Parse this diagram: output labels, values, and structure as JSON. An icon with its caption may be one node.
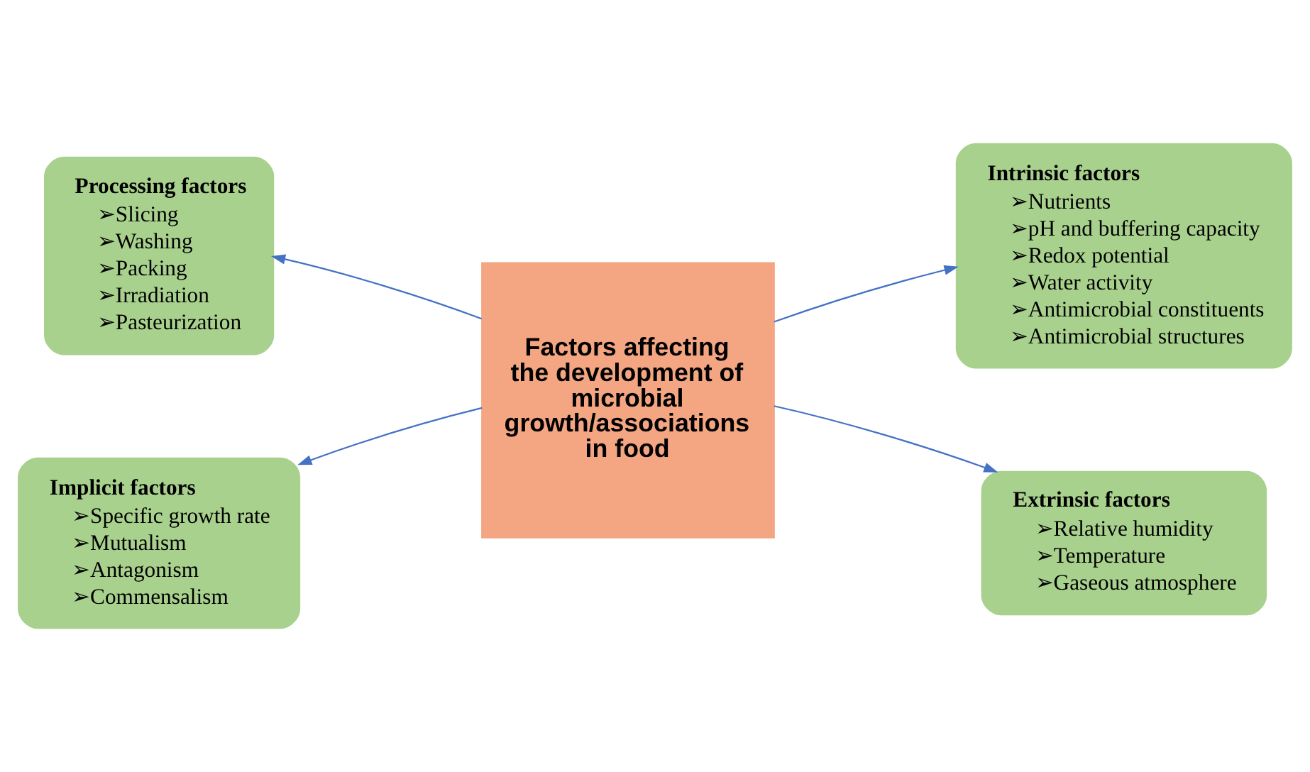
{
  "diagram": {
    "nodes": [
      {
        "text": [
          "Processing factors",
          "➢Slicing",
          "➢Washing",
          "➢Packing",
          "➢Irradiation",
          "➢Pasteurization"
        ]
      },
      {
        "text": [
          "Intrinsic factors",
          "➢Nutrients",
          "➢pH and buffering capacity",
          "➢Redox potential",
          "➢Water activity",
          "➢Antimicrobial constituents",
          "➢Antimicrobial structures"
        ]
      },
      {
        "text": [
          "Factors affecting the development of microbial growth/associations in food"
        ]
      },
      {
        "text": [
          "Implicit factors",
          "➢Specific growth rate",
          "➢Mutualism",
          "➢Antagonism",
          "➢Commensalism"
        ]
      },
      {
        "text": [
          "Extrinsic factors",
          "➢Relative humidity",
          "➢Temperature",
          "➢Gaseous atmosphere"
        ]
      }
    ],
    "edges": [
      {
        "from": 2,
        "to": 0,
        "arrow": "to"
      },
      {
        "from": 2,
        "to": 1,
        "arrow": "to"
      },
      {
        "from": 2,
        "to": 3,
        "arrow": "to"
      },
      {
        "from": 2,
        "to": 4,
        "arrow": "to"
      }
    ]
  }
}
